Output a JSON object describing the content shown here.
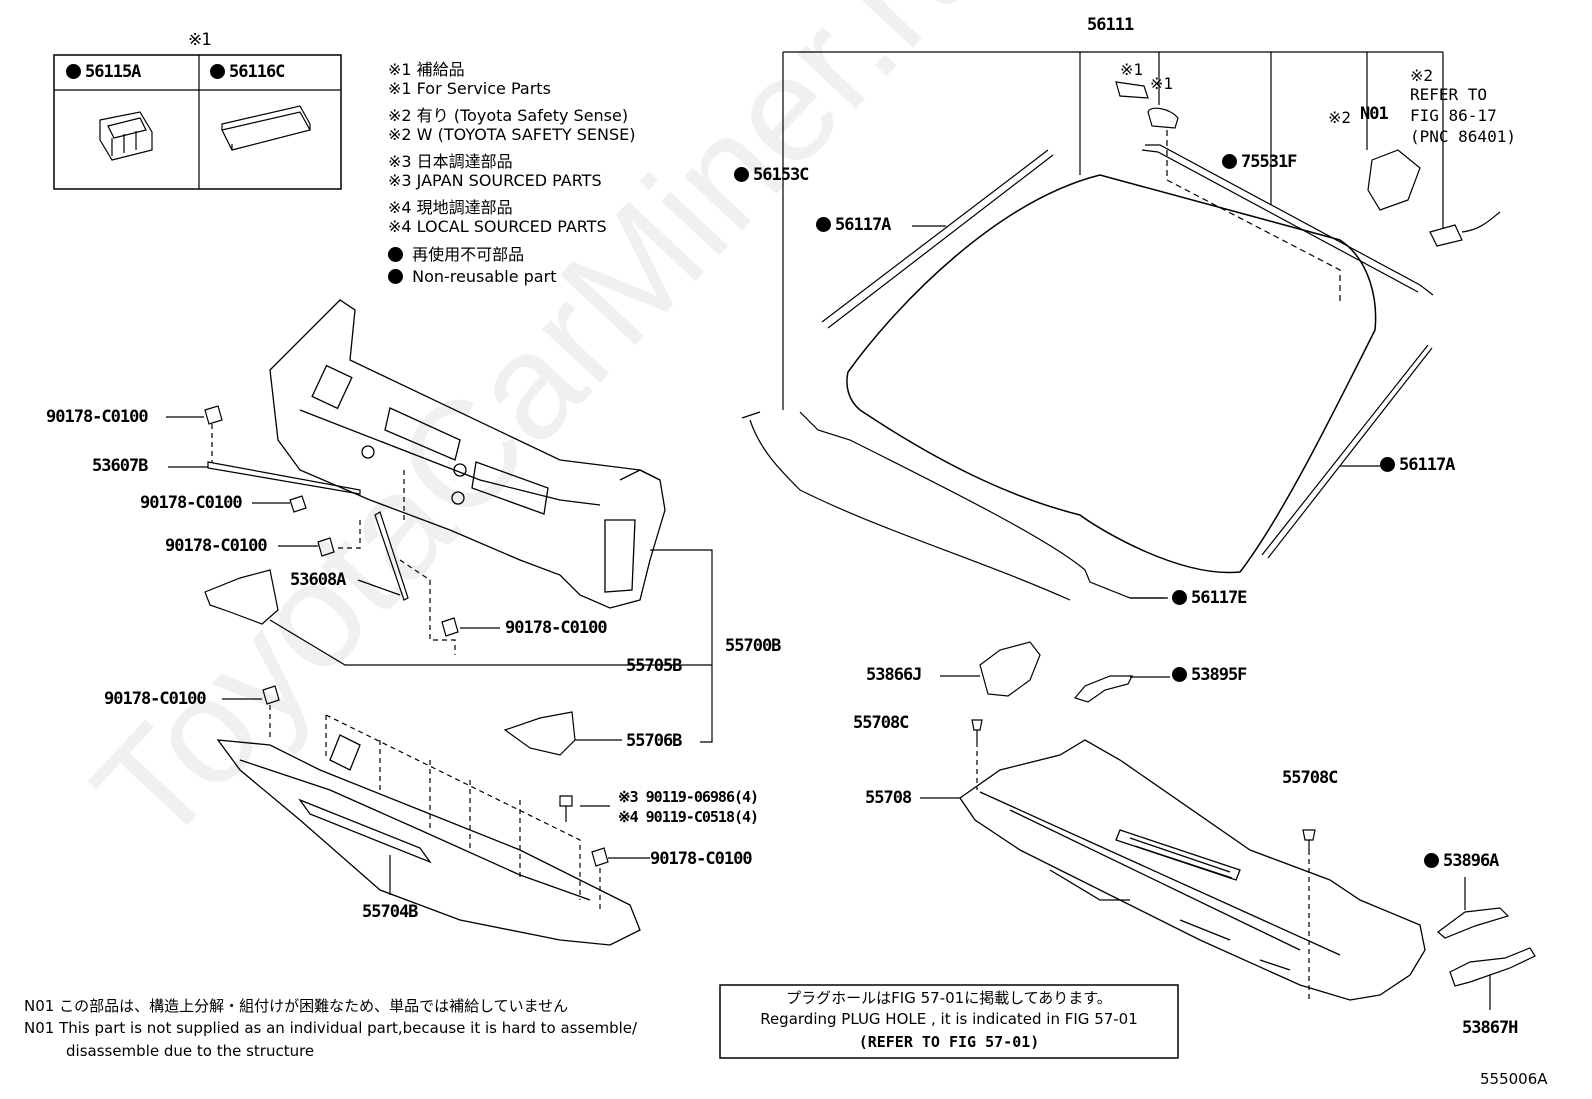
{
  "legend_box": {
    "header_mark": "※1",
    "cells": [
      {
        "label": "56115A",
        "nonreusable": true
      },
      {
        "label": "56116C",
        "nonreusable": true
      }
    ]
  },
  "legend_notes": [
    "※1 補給品",
    "※1 For Service Parts",
    "※2 有り (Toyota Safety Sense)",
    "※2 W (TOYOTA SAFETY SENSE)",
    "※3 日本調達部品",
    "※3 JAPAN SOURCED PARTS",
    "※4 現地調達部品",
    "※4 LOCAL SOURCED PARTS",
    "再使用不可部品",
    "Non-reusable part"
  ],
  "part_labels": {
    "p56111": "56111",
    "p56153C": "56153C",
    "p56117A_top": "56117A",
    "p56117A_right": "56117A",
    "p56117E": "56117E",
    "p75531F": "75531F",
    "mark1a": "※1",
    "mark1b": "※1",
    "mark2_n01": "※2",
    "n01": "N01",
    "mark2_ref": "※2",
    "ref1": "REFER TO",
    "ref2": "FIG 86-17",
    "ref3": "(PNC 86401)",
    "p90178_1": "90178-C0100",
    "p53607B": "53607B",
    "p90178_2": "90178-C0100",
    "p90178_3": "90178-C0100",
    "p53608A": "53608A",
    "p90178_4": "90178-C0100",
    "p55700B": "55700B",
    "p55705B": "55705B",
    "p55706B": "55706B",
    "p90178_5": "90178-C0100",
    "p90119_a": "※3 90119-06986(4)",
    "p90119_b": "※4 90119-C0518(4)",
    "p90178_6": "90178-C0100",
    "p55704B": "55704B",
    "p53866J": "53866J",
    "p53895F": "53895F",
    "p55708C_a": "55708C",
    "p55708": "55708",
    "p55708C_b": "55708C",
    "p53896A": "53896A",
    "p53867H": "53867H"
  },
  "bottom_notes": {
    "n01_jp": "N01  この部品は、構造上分解・組付けが困難なため、単品では補給していません",
    "n01_en1": "N01  This part is not supplied as an individual part,because it is hard to assemble/",
    "n01_en2": "disassemble due to the structure"
  },
  "plug_box": {
    "line1": "プラグホールはFIG 57-01に掲載してあります。",
    "line2": "Regarding  PLUG  HOLE , it is indicated in FIG  57-01",
    "line3": "(REFER TO FIG 57-01)"
  },
  "figure_code": "555006A",
  "watermark": "ToyotaCarMiner.ru"
}
